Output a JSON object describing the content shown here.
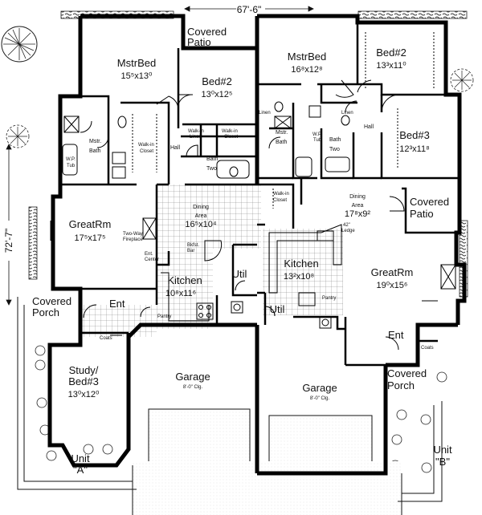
{
  "plan": {
    "overall_width": "67'-6\"",
    "overall_depth": "72'-7\"",
    "unit_a": {
      "unit_label": "Unit",
      "unit_letter": "\"A\""
    },
    "unit_b": {
      "unit_label": "Unit",
      "unit_letter": "\"B\""
    },
    "rooms_a": {
      "covered_patio_1": "Covered",
      "covered_patio_2": "Patio",
      "mstr_bed": "MstrBed",
      "mstr_bed_dim": "15⁵x13⁰",
      "bed2": "Bed#2",
      "bed2_dim": "13⁰x12⁵",
      "mstr_bath_1": "Mstr.",
      "mstr_bath_2": "Bath",
      "walkin_closet_1": "Walk-in",
      "walkin_closet_2": "Closet",
      "hall": "Hall",
      "bath_two_1": "Bath",
      "bath_two_2": "Two",
      "walkin_linen_1": "Walk-in",
      "walkin_linen_2": "Linen",
      "walkin_closet2_1": "Walk-in",
      "walkin_closet2_2": "Closet",
      "wp_tub_1": "W.P.",
      "wp_tub_2": "Tub",
      "dining_1": "Dining",
      "dining_2": "Area",
      "dining_dim": "16⁵x10⁴",
      "greatrm": "GreatRm",
      "greatrm_dim": "17⁵x17⁵",
      "fireplace_1": "Two-Way",
      "fireplace_2": "Fireplace",
      "bkfst_1": "Bkfst.",
      "bkfst_2": "Bar",
      "ent_center_1": "Ent.",
      "ent_center_2": "Center",
      "kitchen": "Kitchen",
      "kitchen_dim": "10⁸x11⁶",
      "util": "Util",
      "pantry": "Pantry",
      "covered_porch_1": "Covered",
      "covered_porch_2": "Porch",
      "ent": "Ent",
      "coats": "Coats",
      "study_1": "Study/",
      "study_2": "Bed#3",
      "study_dim": "13⁰x12⁰",
      "garage": "Garage",
      "garage_clg": "8'-0\" Clg."
    },
    "rooms_b": {
      "mstr_bed": "MstrBed",
      "mstr_bed_dim": "16⁸x12⁸",
      "bed2": "Bed#2",
      "bed2_dim": "13³x11⁰",
      "bed3": "Bed#3",
      "bed3_dim": "12³x11⁸",
      "linen_1": "Linen",
      "linen_2": "Linen",
      "mstr_bath_1": "Mstr.",
      "mstr_bath_2": "Bath",
      "wp_tub_1": "W.P.",
      "wp_tub_2": "Tub",
      "bath_1": "Bath",
      "bath_2": "Two",
      "hall": "Hall",
      "walkin_closet_1": "Walk-in",
      "walkin_closet_2": "Closet",
      "dining_1": "Dining",
      "dining_2": "Area",
      "dining_dim": "17⁸x9²",
      "ledge_1": "42\"",
      "ledge_2": "Ledge",
      "covered_patio_1": "Covered",
      "covered_patio_2": "Patio",
      "kitchen": "Kitchen",
      "kitchen_dim": "13²x10⁸",
      "greatrm": "GreatRm",
      "greatrm_dim": "19⁰x15⁶",
      "util": "Util",
      "pantry": "Pantry",
      "ent": "Ent",
      "coats": "Coats",
      "covered_porch_1": "Covered",
      "covered_porch_2": "Porch",
      "garage": "Garage",
      "garage_clg": "8'-0\" Clg."
    }
  }
}
